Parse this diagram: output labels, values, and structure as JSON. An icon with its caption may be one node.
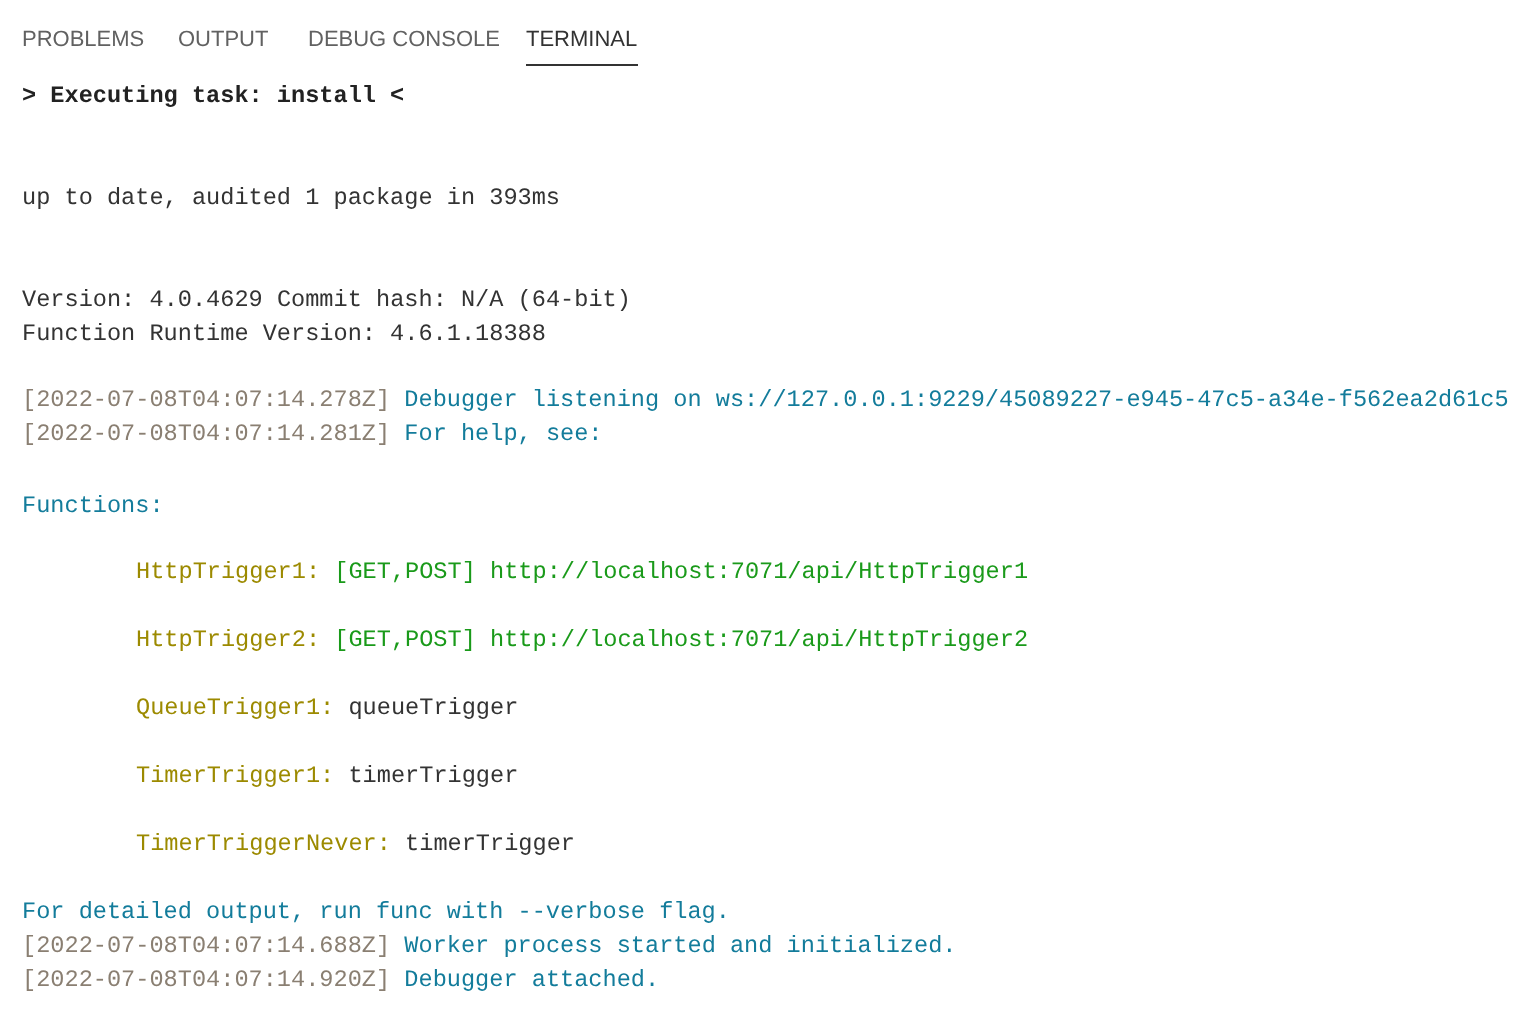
{
  "diagram": {
    "labels": [
      "PROBLEMS",
      "OUTPUT",
      "DEBUG CONSOLE",
      "TERMINAL",
      "> Executing task: install <",
      "up to date, audited 1 package in 393ms",
      "Version:",
      "4.0.4629 Commit hash: N/A (64-bit)",
      "Function Runtime Version: 4.6.1.18388",
      "[2022-07-08T04:07:14.278Z]",
      "Debugger listening on ws://127.0.0.1:9229/45089227-e945-47c5-a34e-f562ea2d61c5",
      "[2022-07-08T04:07:14.281Z]",
      "For help, see:",
      "Functions:",
      "HttpTrigger1:",
      "[GET,POST]",
      "http://localhost:7071/api/HttpTrigger1",
      "HttpTrigger2:",
      "[GET,POST]",
      "http://localhost:7071/api/HttpTrigger2",
      "QueueTrigger1:",
      "queueTrigger",
      "TimerTrigger1:",
      "timerTrigger",
      "TimerTriggerNever:",
      "timerTrigger",
      "For detailed output, run func with --verbose flag.",
      "[2022-07-08T04:07:14.688Z]",
      "Worker process started and initialized.",
      "[2022-07-08T04:07:14.920Z]",
      "Debugger attached."
    ]
  }
}
